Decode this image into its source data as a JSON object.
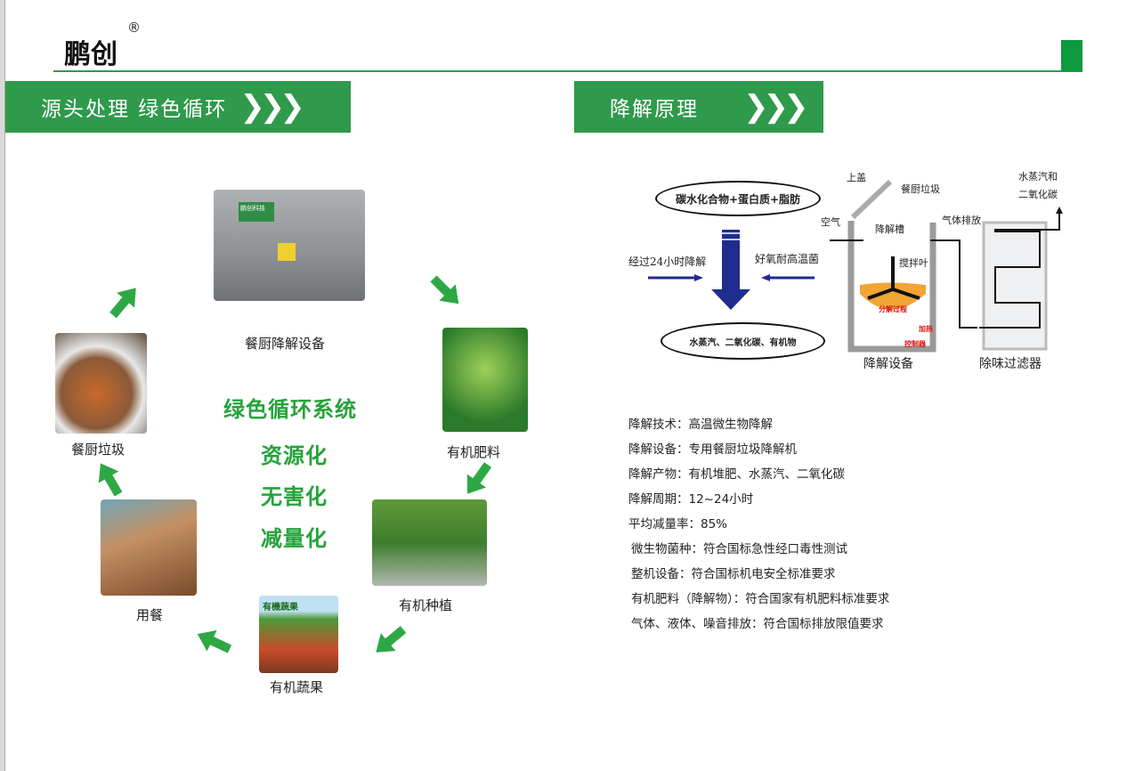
{
  "header": {
    "logo": "鹏创",
    "registered": "®"
  },
  "left_banner": {
    "title": "源头处理 绿色循环",
    "chevrons": "❯❯❯"
  },
  "right_banner": {
    "title": "降解原理",
    "chevrons": "❯❯❯"
  },
  "cycle": {
    "machine_label": "餐厨降解设备",
    "machine_brand": "鹏创科技",
    "fertilizer": "有机肥料",
    "planting": "有机种植",
    "vegetables": "有机蔬果",
    "veg_sign": "有機蔬果",
    "dining": "用餐",
    "waste": "餐厨垃圾",
    "center_title": "绿色循环系统",
    "center_items": [
      "资源化",
      "无害化",
      "减量化"
    ]
  },
  "diagram": {
    "input": "碳水化合物+蛋白质+脂肪",
    "left_arrow_label": "经过24小时降解",
    "right_arrow_label": "好氧耐高温菌",
    "output": "水蒸汽、二氧化碳、有机物",
    "lid": "上盖",
    "kitchen_waste": "餐厨垃圾",
    "air": "空气",
    "tank": "降解槽",
    "exhaust": "气体排放",
    "vapor_line1": "水蒸汽和",
    "vapor_line2": "二氧化碳",
    "blade": "搅拌叶",
    "process": "分解过程",
    "heating": "加热",
    "controller": "控制器",
    "device_label": "降解设备",
    "filter_label": "除味过滤器"
  },
  "specs": [
    "降解技术：高温微生物降解",
    "降解设备：专用餐厨垃圾降解机",
    "降解产物：有机堆肥、水蒸汽、二氧化碳",
    "降解周期：12~24小时",
    "平均减量率：85%",
    "微生物菌种：符合国标急性经口毒性测试",
    "整机设备：符合国标机电安全标准要求",
    "有机肥料（降解物）：符合国家有机肥料标准要求",
    "气体、液体、噪音排放：符合国标排放限值要求"
  ],
  "colors": {
    "green": "#2f9a4b",
    "bright_green": "#25a33a",
    "arrow_blue": "#1f2d8f"
  }
}
